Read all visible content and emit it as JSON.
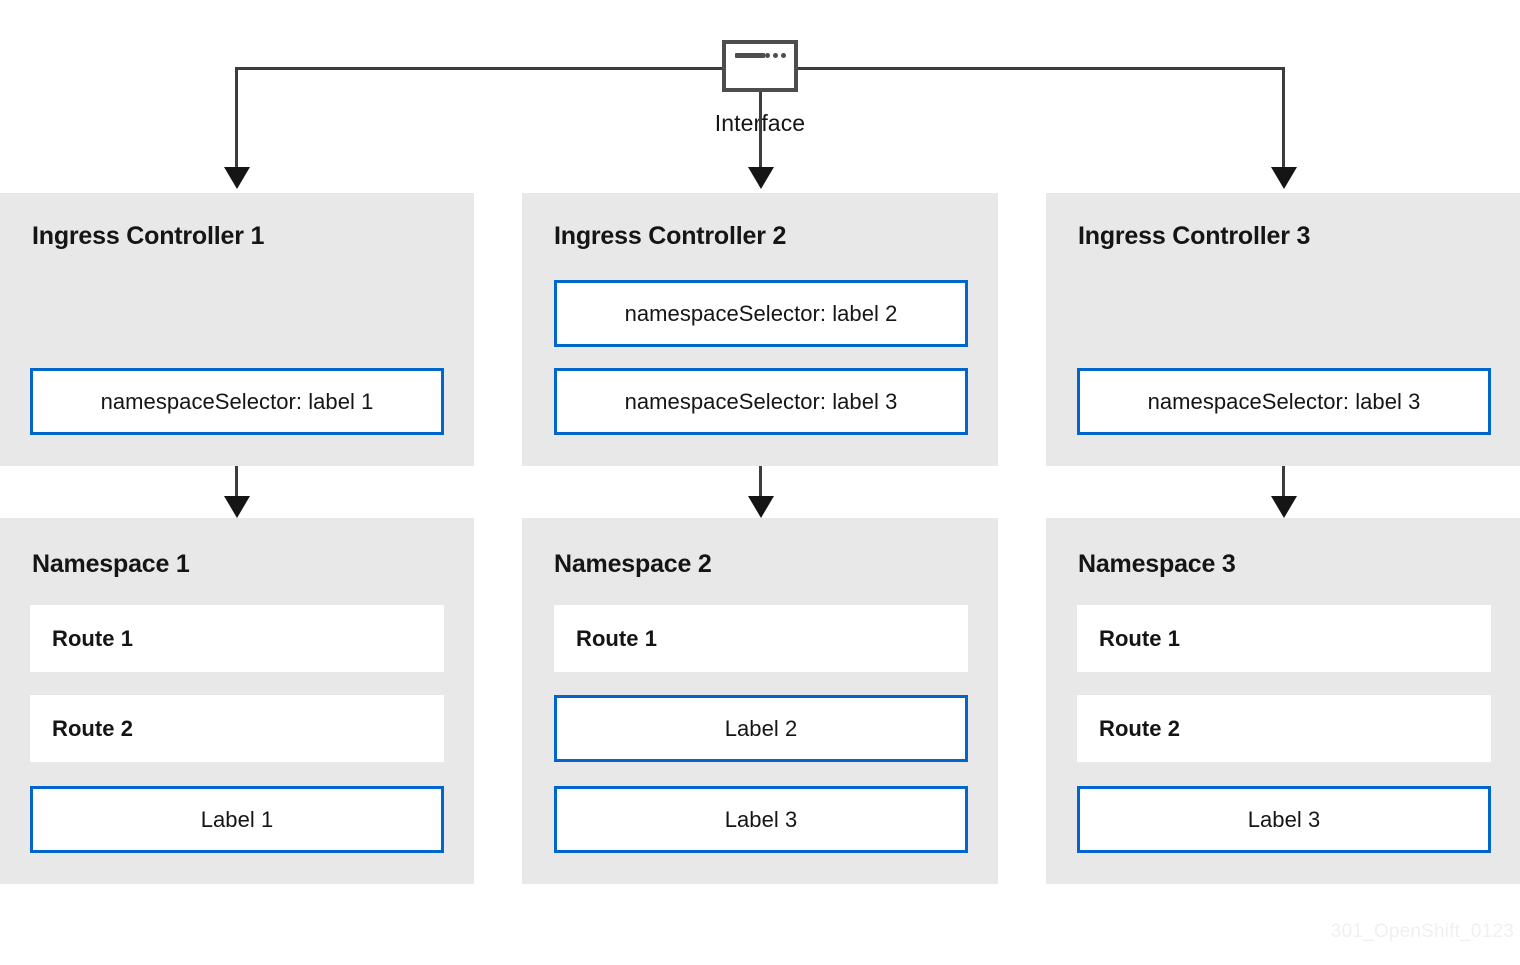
{
  "diagram": {
    "interface": {
      "label": "Interface",
      "icon": "window-icon"
    },
    "columns": [
      {
        "controller": {
          "title": "Ingress Controller 1",
          "selectors": [
            {
              "text": "namespaceSelector: label 1"
            }
          ]
        },
        "namespace": {
          "title": "Namespace 1",
          "items": [
            {
              "text": "Route 1",
              "style": "plain"
            },
            {
              "text": "Route 2",
              "style": "plain"
            },
            {
              "text": "Label 1",
              "style": "outlined"
            }
          ]
        }
      },
      {
        "controller": {
          "title": "Ingress Controller 2",
          "selectors": [
            {
              "text": "namespaceSelector: label 2"
            },
            {
              "text": "namespaceSelector: label 3"
            }
          ]
        },
        "namespace": {
          "title": "Namespace 2",
          "items": [
            {
              "text": "Route 1",
              "style": "plain"
            },
            {
              "text": "Label 2",
              "style": "outlined"
            },
            {
              "text": "Label 3",
              "style": "outlined"
            }
          ]
        }
      },
      {
        "controller": {
          "title": "Ingress Controller 3",
          "selectors": [
            {
              "text": "namespaceSelector: label 3"
            }
          ]
        },
        "namespace": {
          "title": "Namespace 3",
          "items": [
            {
              "text": "Route 1",
              "style": "plain"
            },
            {
              "text": "Route 2",
              "style": "plain"
            },
            {
              "text": "Label 3",
              "style": "outlined"
            }
          ]
        }
      }
    ],
    "watermark": "301_OpenShift_0123",
    "colors": {
      "panel_background": "#e8e8e8",
      "accent_blue": "#0066cc",
      "connector": "#3c3c3c",
      "text": "#151515",
      "icon_stroke": "#4d4d4d"
    }
  }
}
